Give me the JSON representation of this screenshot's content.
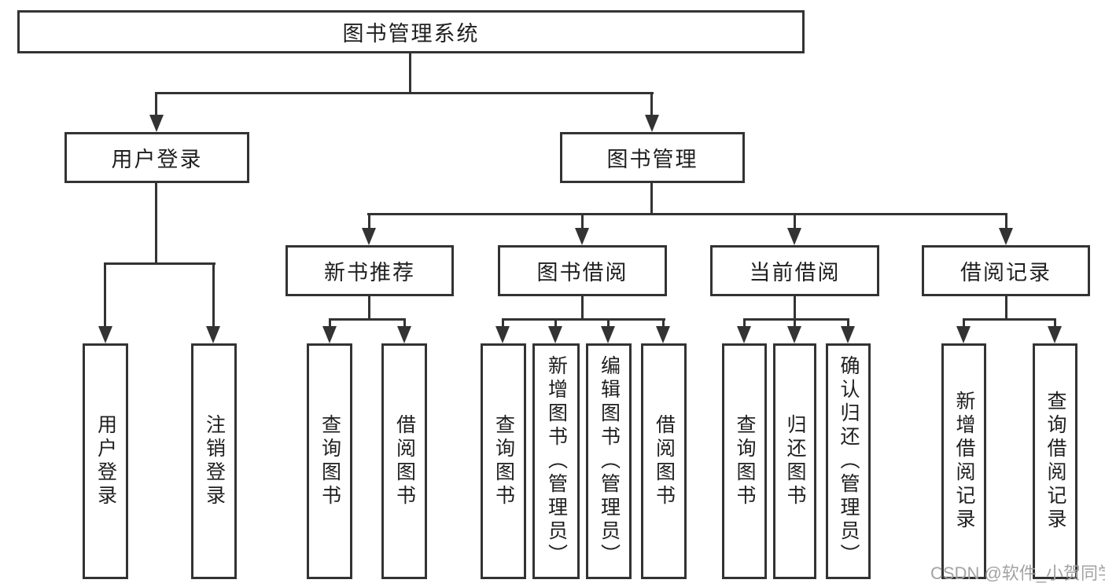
{
  "tree": {
    "root": "图书管理系统",
    "branches": [
      {
        "label": "用户登录",
        "leaves": [
          "用户登录",
          "注销登录"
        ]
      },
      {
        "label": "图书管理",
        "groups": [
          {
            "label": "新书推荐",
            "leaves": [
              "查询图书",
              "借阅图书"
            ]
          },
          {
            "label": "图书借阅",
            "leaves": [
              "查询图书",
              "新增图书（管理员）",
              "编辑图书（管理员）",
              "借阅图书"
            ]
          },
          {
            "label": "当前借阅",
            "leaves": [
              "查询图书",
              "归还图书",
              "确认归还（管理员）"
            ]
          },
          {
            "label": "借阅记录",
            "leaves": [
              "新增借阅记录",
              "查询借阅记录"
            ]
          }
        ]
      }
    ]
  },
  "watermark": "CSDN @软件_小贺同学",
  "colors": {
    "line": "#333333",
    "text": "#1f1f1f",
    "watermark": "#a3a3a3",
    "background": "#ffffff"
  }
}
